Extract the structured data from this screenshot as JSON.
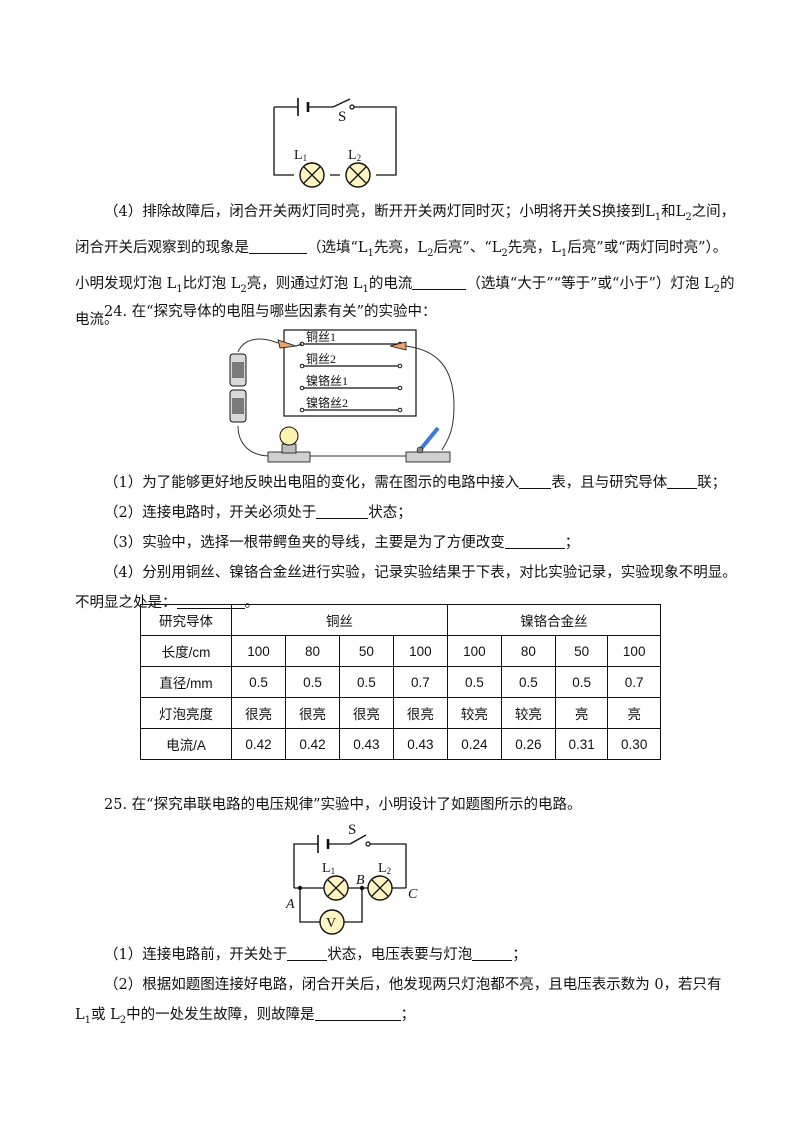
{
  "fig1": {
    "switch_label": "S",
    "lamp1_label": "L",
    "lamp1_sub": "1",
    "lamp2_label": "L",
    "lamp2_sub": "2"
  },
  "q4": {
    "t1": "（4）排除故障后，闭合开关两灯同时亮，断开开关两灯同时灭；小明将开关S换接到L",
    "s1": "1",
    "t2": "和L",
    "s2": "2",
    "t3": "之间，闭合开关后观察到的现象是",
    "t4": "（选填“L",
    "s3": "1",
    "t5": "先亮，L",
    "s4": "2",
    "t6": "后亮”、“L",
    "s5": "2",
    "t7": "先亮，L",
    "s6": "1",
    "t8": "后亮”或“两灯同时亮”）。小明发现灯泡 L",
    "s7": "1",
    "t9": "比灯泡 L",
    "s8": "2",
    "t10": "亮，则通过灯泡 L",
    "s9": "1",
    "t11": "的电流",
    "t12": "（选填“大于”“等于”或“小于”）灯泡 L",
    "s10": "2",
    "t13": "的电流。"
  },
  "q24": {
    "title": "24. 在“探究导体的电阻与哪些因素有关”的实验中：",
    "wires": [
      "铜丝1",
      "铜丝2",
      "镍铬丝1",
      "镍铬丝2"
    ],
    "p1a": "（1）为了能够更好地反映出电阻的变化，需在图示的电路中接入",
    "p1b": "表，且与研究导体",
    "p1c": "联；",
    "p2a": "（2）连接电路时，开关必须处于",
    "p2b": "状态；",
    "p3a": "（3）实验中，选择一根带鳄鱼夹的导线，主要是为了方便改变",
    "p3b": "；",
    "p4a": "（4）分别用铜丝、镍铬合金丝进行实验，记录实验结果于下表，对比实验记录，实验现象不明显。不明显之处是：",
    "p4b": "。",
    "table": {
      "header": [
        "研究导体",
        "铜丝",
        "镍铬合金丝"
      ],
      "rows": [
        [
          "长度/cm",
          "100",
          "80",
          "50",
          "100",
          "100",
          "80",
          "50",
          "100"
        ],
        [
          "直径/mm",
          "0.5",
          "0.5",
          "0.5",
          "0.7",
          "0.5",
          "0.5",
          "0.5",
          "0.7"
        ],
        [
          "灯泡亮度",
          "很亮",
          "很亮",
          "很亮",
          "很亮",
          "较亮",
          "较亮",
          "亮",
          "亮"
        ],
        [
          "电流/A",
          "0.42",
          "0.42",
          "0.43",
          "0.43",
          "0.24",
          "0.26",
          "0.31",
          "0.30"
        ]
      ]
    }
  },
  "q25": {
    "title": "25. 在“探究串联电路的电压规律”实验中，小明设计了如题图所示的电路。",
    "fig": {
      "S": "S",
      "L": "L",
      "sub1": "1",
      "sub2": "2",
      "A": "A",
      "B": "B",
      "C": "C",
      "V": "V"
    },
    "p1a": "（1）连接电路前，开关处于",
    "p1b": "状态，电压表要与灯泡",
    "p1c": "；",
    "p2a": "（2）根据如题图连接好电路，闭合开关后，他发现两只灯泡都不亮，且电压表示数为 0，若只有 L",
    "p2s1": "1",
    "p2b": "或 L",
    "p2s2": "2",
    "p2c": "中的一处发生故障，则故障是",
    "p2d": "；"
  }
}
